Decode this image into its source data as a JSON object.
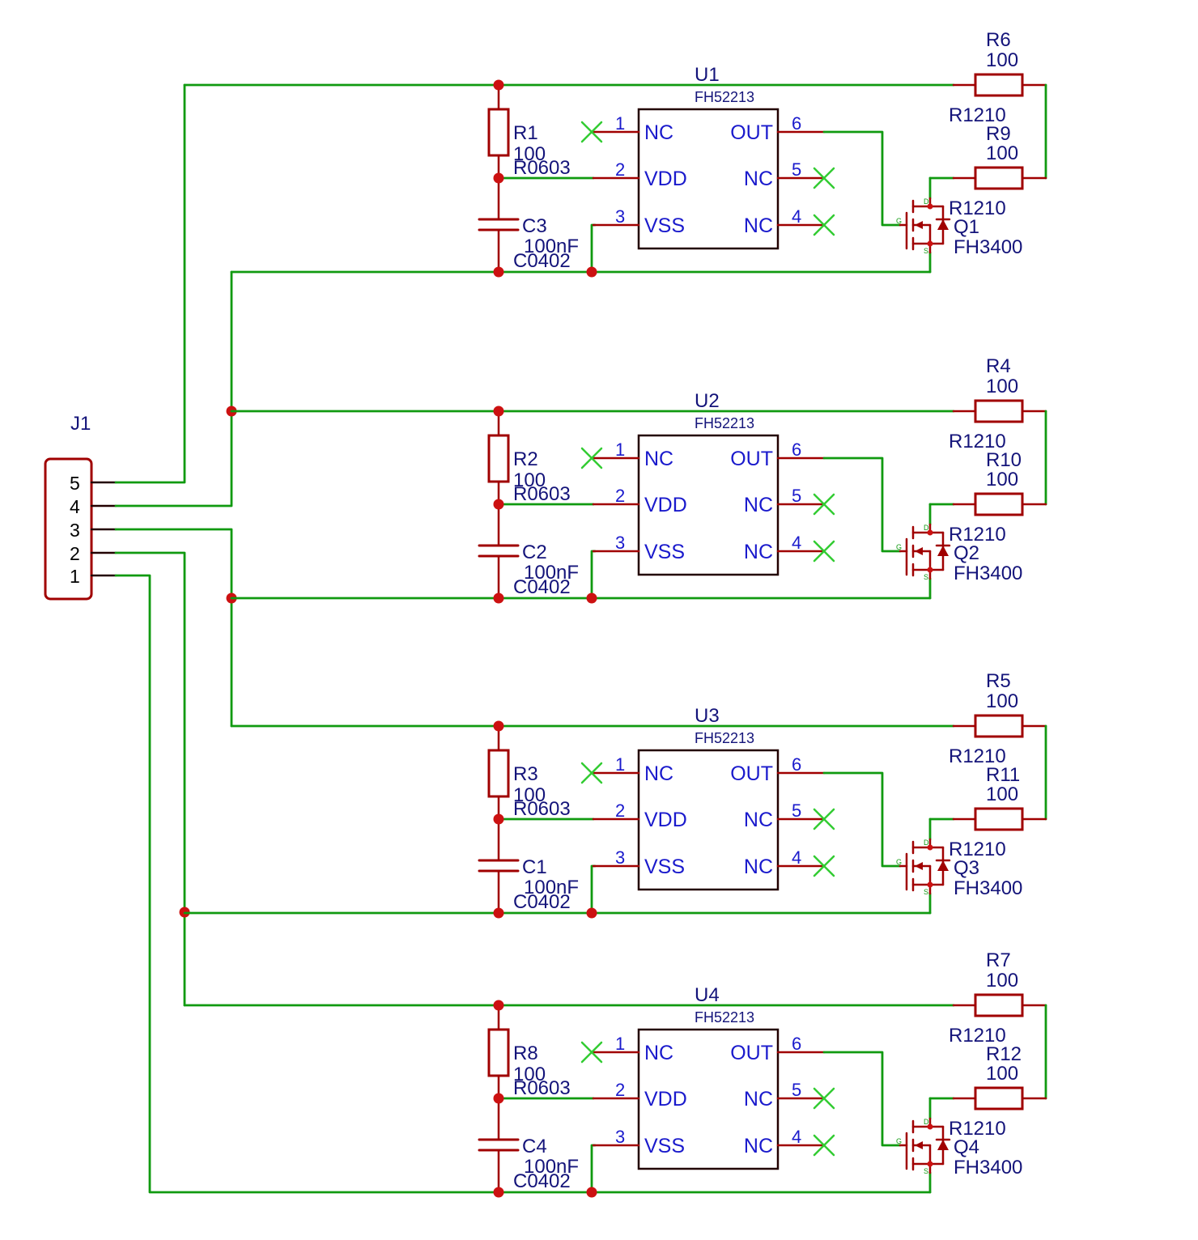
{
  "colors": {
    "wire": "#109a10",
    "component": "#a00000",
    "outline": "#220000",
    "label": "#14147a",
    "pin_text": "#1a1acc",
    "junction": "#cc1111",
    "no_connect": "#33cc33",
    "connector_text": "#000000"
  },
  "connector": {
    "designator": "J1",
    "pins": [
      "5",
      "4",
      "3",
      "2",
      "1"
    ]
  },
  "channels": [
    {
      "ic": {
        "designator": "U1",
        "part": "FH52213",
        "left_pins": [
          {
            "num": "1",
            "name": "NC",
            "no_connect": true
          },
          {
            "num": "2",
            "name": "VDD",
            "no_connect": false
          },
          {
            "num": "3",
            "name": "VSS",
            "no_connect": false
          }
        ],
        "right_pins": [
          {
            "num": "6",
            "name": "OUT",
            "no_connect": false
          },
          {
            "num": "5",
            "name": "NC",
            "no_connect": true
          },
          {
            "num": "4",
            "name": "NC",
            "no_connect": true
          }
        ]
      },
      "r_supply": {
        "designator": "R1",
        "value": "100",
        "package": "R0603"
      },
      "cap": {
        "designator": "C3",
        "value": "100nF",
        "package": "C0402"
      },
      "r_top": {
        "designator": "R6",
        "value": "100",
        "package": "R1210"
      },
      "r_drain": {
        "designator": "R9",
        "value": "100",
        "package": "R1210"
      },
      "mosfet": {
        "designator": "Q1",
        "part": "FH3400",
        "drain": "D",
        "gate": "G",
        "source": "S"
      }
    },
    {
      "ic": {
        "designator": "U2",
        "part": "FH52213",
        "left_pins": [
          {
            "num": "1",
            "name": "NC",
            "no_connect": true
          },
          {
            "num": "2",
            "name": "VDD",
            "no_connect": false
          },
          {
            "num": "3",
            "name": "VSS",
            "no_connect": false
          }
        ],
        "right_pins": [
          {
            "num": "6",
            "name": "OUT",
            "no_connect": false
          },
          {
            "num": "5",
            "name": "NC",
            "no_connect": true
          },
          {
            "num": "4",
            "name": "NC",
            "no_connect": true
          }
        ]
      },
      "r_supply": {
        "designator": "R2",
        "value": "100",
        "package": "R0603"
      },
      "cap": {
        "designator": "C2",
        "value": "100nF",
        "package": "C0402"
      },
      "r_top": {
        "designator": "R4",
        "value": "100",
        "package": "R1210"
      },
      "r_drain": {
        "designator": "R10",
        "value": "100",
        "package": "R1210"
      },
      "mosfet": {
        "designator": "Q2",
        "part": "FH3400",
        "drain": "D",
        "gate": "G",
        "source": "S"
      }
    },
    {
      "ic": {
        "designator": "U3",
        "part": "FH52213",
        "left_pins": [
          {
            "num": "1",
            "name": "NC",
            "no_connect": true
          },
          {
            "num": "2",
            "name": "VDD",
            "no_connect": false
          },
          {
            "num": "3",
            "name": "VSS",
            "no_connect": false
          }
        ],
        "right_pins": [
          {
            "num": "6",
            "name": "OUT",
            "no_connect": false
          },
          {
            "num": "5",
            "name": "NC",
            "no_connect": true
          },
          {
            "num": "4",
            "name": "NC",
            "no_connect": true
          }
        ]
      },
      "r_supply": {
        "designator": "R3",
        "value": "100",
        "package": "R0603"
      },
      "cap": {
        "designator": "C1",
        "value": "100nF",
        "package": "C0402"
      },
      "r_top": {
        "designator": "R5",
        "value": "100",
        "package": "R1210"
      },
      "r_drain": {
        "designator": "R11",
        "value": "100",
        "package": "R1210"
      },
      "mosfet": {
        "designator": "Q3",
        "part": "FH3400",
        "drain": "D",
        "gate": "G",
        "source": "S"
      }
    },
    {
      "ic": {
        "designator": "U4",
        "part": "FH52213",
        "left_pins": [
          {
            "num": "1",
            "name": "NC",
            "no_connect": true
          },
          {
            "num": "2",
            "name": "VDD",
            "no_connect": false
          },
          {
            "num": "3",
            "name": "VSS",
            "no_connect": false
          }
        ],
        "right_pins": [
          {
            "num": "6",
            "name": "OUT",
            "no_connect": false
          },
          {
            "num": "5",
            "name": "NC",
            "no_connect": true
          },
          {
            "num": "4",
            "name": "NC",
            "no_connect": true
          }
        ]
      },
      "r_supply": {
        "designator": "R8",
        "value": "100",
        "package": "R0603"
      },
      "cap": {
        "designator": "C4",
        "value": "100nF",
        "package": "C0402"
      },
      "r_top": {
        "designator": "R7",
        "value": "100",
        "package": "R1210"
      },
      "r_drain": {
        "designator": "R12",
        "value": "100",
        "package": "R1210"
      },
      "mosfet": {
        "designator": "Q4",
        "part": "FH3400",
        "drain": "D",
        "gate": "G",
        "source": "S"
      }
    }
  ]
}
